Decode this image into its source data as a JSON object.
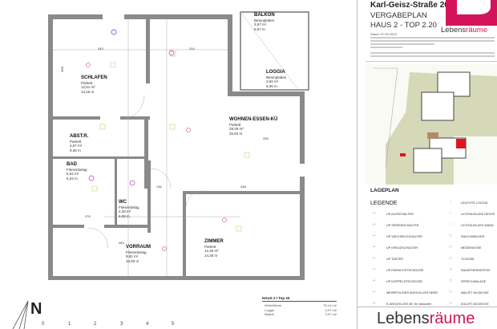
{
  "header": {
    "address": "Karl-Geisz-Straße 26",
    "plan_type": "VERGABEPLAN",
    "unit": "HAUS 2 - TOP 2.20",
    "date": "Stand: 07.09.2023"
  },
  "brand": {
    "name_a": "Lebens",
    "name_b": "räume",
    "accent": "#d4145a"
  },
  "rooms": [
    {
      "name": "SCHLAFEN",
      "floor": "Parkett",
      "area": "12,51 m²",
      "perimeter": "14,16 m"
    },
    {
      "name": "ABST.R.",
      "floor": "Parkett",
      "area": "4,67 m²",
      "perimeter": "8,36 m"
    },
    {
      "name": "BAD",
      "floor": "Fliesenbelag",
      "area": "5,62 m²",
      "perimeter": "9,34 m"
    },
    {
      "name": "WC",
      "floor": "Fliesenbelag",
      "area": "2,28 m²",
      "perimeter": "6,08 m"
    },
    {
      "name": "VORRAUM",
      "floor": "Fliesenbelag",
      "area": "9,82 m²",
      "perimeter": "16,50 m"
    },
    {
      "name": "ZIMMER",
      "floor": "Parkett",
      "area": "12,26 m²",
      "perimeter": "14,30 m"
    },
    {
      "name": "WOHNEN-ESSEN-KÜ",
      "floor": "Parkett",
      "area": "29,29 m²",
      "perimeter": "25,84 m"
    },
    {
      "name": "BALKON",
      "floor": "Betonplatten",
      "area": "3,97 m²",
      "perimeter": "8,07 m"
    },
    {
      "name": "LOGGIA",
      "floor": "Betonplatten",
      "area": "3,92 m²",
      "perimeter": "6,06 m"
    }
  ],
  "dimensions": [
    "343",
    "314",
    "265",
    "438",
    "463",
    "276",
    "136",
    "368"
  ],
  "summary": {
    "title": "HAUS 2  I  Top 20",
    "rows": [
      {
        "label": "Wohnfläche",
        "value": "76,14  m2"
      },
      {
        "label": "Loggia",
        "value": "3,97  m2"
      },
      {
        "label": "Balkon",
        "value": "3,97  m2"
      }
    ]
  },
  "north": "N",
  "scale": [
    "0",
    "1",
    "2",
    "3",
    "4",
    "5"
  ],
  "site_plan": {
    "title": "LAGEPLAN",
    "highlight_color": "#e0141e"
  },
  "legend": {
    "title": "LEGENDE",
    "left": [
      "UP AUSSCHALTER",
      "UP SERIENSCHALTER",
      "UP WECHSELSCHALTER",
      "UP KREUZSCHALTER",
      "UP TASTER",
      "UP EINFACHSTECKDOSE",
      "UP DOPPELSTECKDOSE",
      "MEHRPOLIGER ANSCHLUSS HERD",
      "E-ANSCHLUSS zB. für Jalousien"
    ],
    "right": [
      "LEUCHTE LOGGIA",
      "LICHTAUSLASS DECKE",
      "LICHTAUSLASS WAND",
      "RAUCHMELDER",
      "MEDIENDOSE",
      "TV-DOSE",
      "RAUMTHERMOSTAT",
      "SPRECHANLAGE",
      "ABLUFT AN DECKE",
      "ZULUFT AN DECKE"
    ]
  }
}
